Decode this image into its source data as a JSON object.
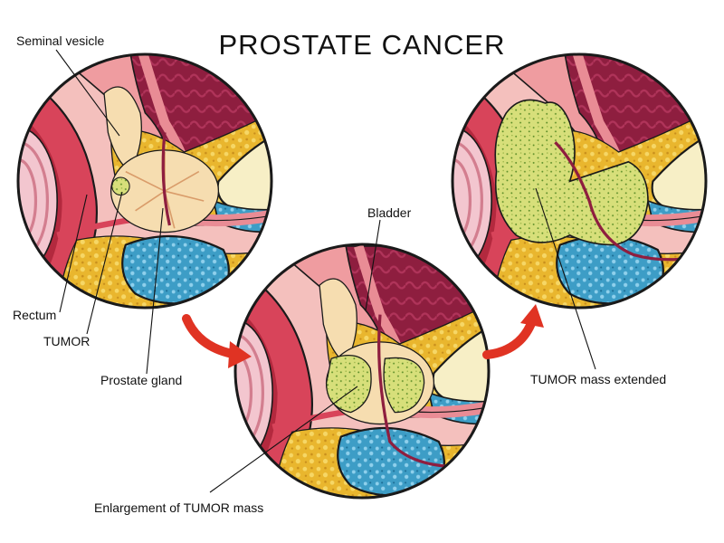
{
  "title": "PROSTATE CANCER",
  "labels": {
    "seminal_vesicle": "Seminal vesicle",
    "rectum": "Rectum",
    "tumor": "TUMOR",
    "prostate_gland": "Prostate gland",
    "bladder": "Bladder",
    "enlargement": "Enlargement of TUMOR mass",
    "tumor_extended": "TUMOR mass extended"
  },
  "colors": {
    "outline": "#1a1a1a",
    "bladder_wall": "#e98c95",
    "bladder_inner": "#8e1e3f",
    "rectum": "#d8445a",
    "fat": "#e9b62e",
    "pubic_bone": "#f7efc6",
    "bone_blue": "#3d9dc6",
    "tumor": "#d7df7a",
    "arrow": "#e03323"
  }
}
